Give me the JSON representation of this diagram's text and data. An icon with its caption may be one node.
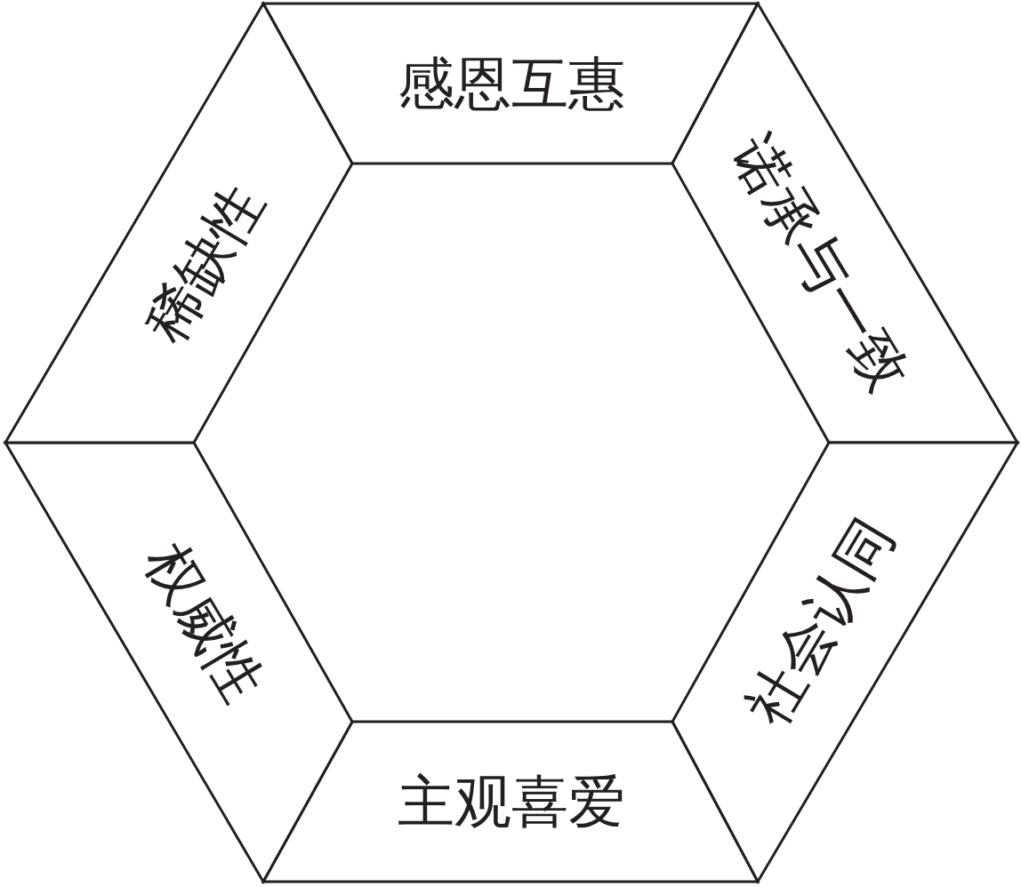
{
  "diagram": {
    "nodes": [
      {
        "text": [
          "感恩互惠"
        ]
      },
      {
        "text": [
          "诺承与一致"
        ]
      },
      {
        "text": [
          "社会认同"
        ]
      },
      {
        "text": [
          "主观喜爱"
        ]
      },
      {
        "text": [
          "权威性"
        ]
      },
      {
        "text": [
          "稀缺性"
        ]
      }
    ]
  }
}
